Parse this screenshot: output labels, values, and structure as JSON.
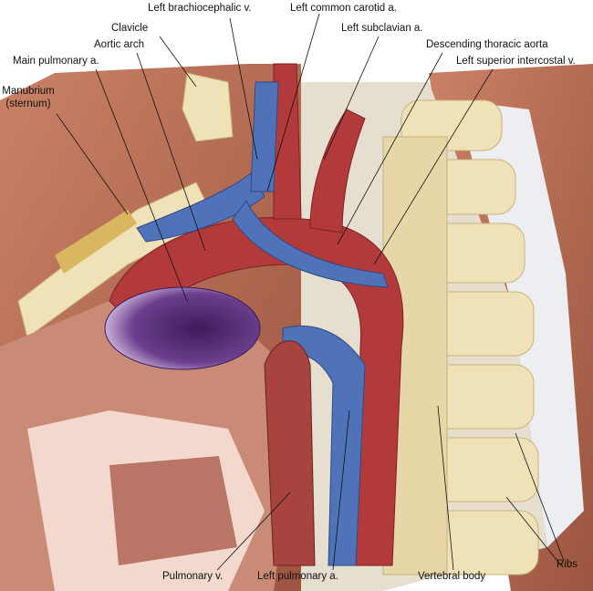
{
  "labels": {
    "left_brachiocephalic_v": "Left brachiocephalic v.",
    "left_common_carotid_a": "Left common carotid a.",
    "clavicle": "Clavicle",
    "left_subclavian_a": "Left subclavian a.",
    "aortic_arch": "Aortic arch",
    "descending_thoracic_aorta": "Descending thoracic aorta",
    "main_pulmonary_a": "Main pulmonary a.",
    "left_superior_intercostal_v": "Left superior intercostal v.",
    "manubrium": "Manubrium",
    "sternum": "(sternum)",
    "pulmonary_v": "Pulmonary v.",
    "left_pulmonary_a": "Left pulmonary a.",
    "vertebral_body": "Vertebral body",
    "ribs": "Ribs"
  },
  "colors": {
    "artery": "#b23a3a",
    "vein": "#4f72b8",
    "pulmonary": "#6a3f8c",
    "bone": "#efe2b8",
    "muscle": "#b8735a",
    "fat": "#e8c64a"
  }
}
